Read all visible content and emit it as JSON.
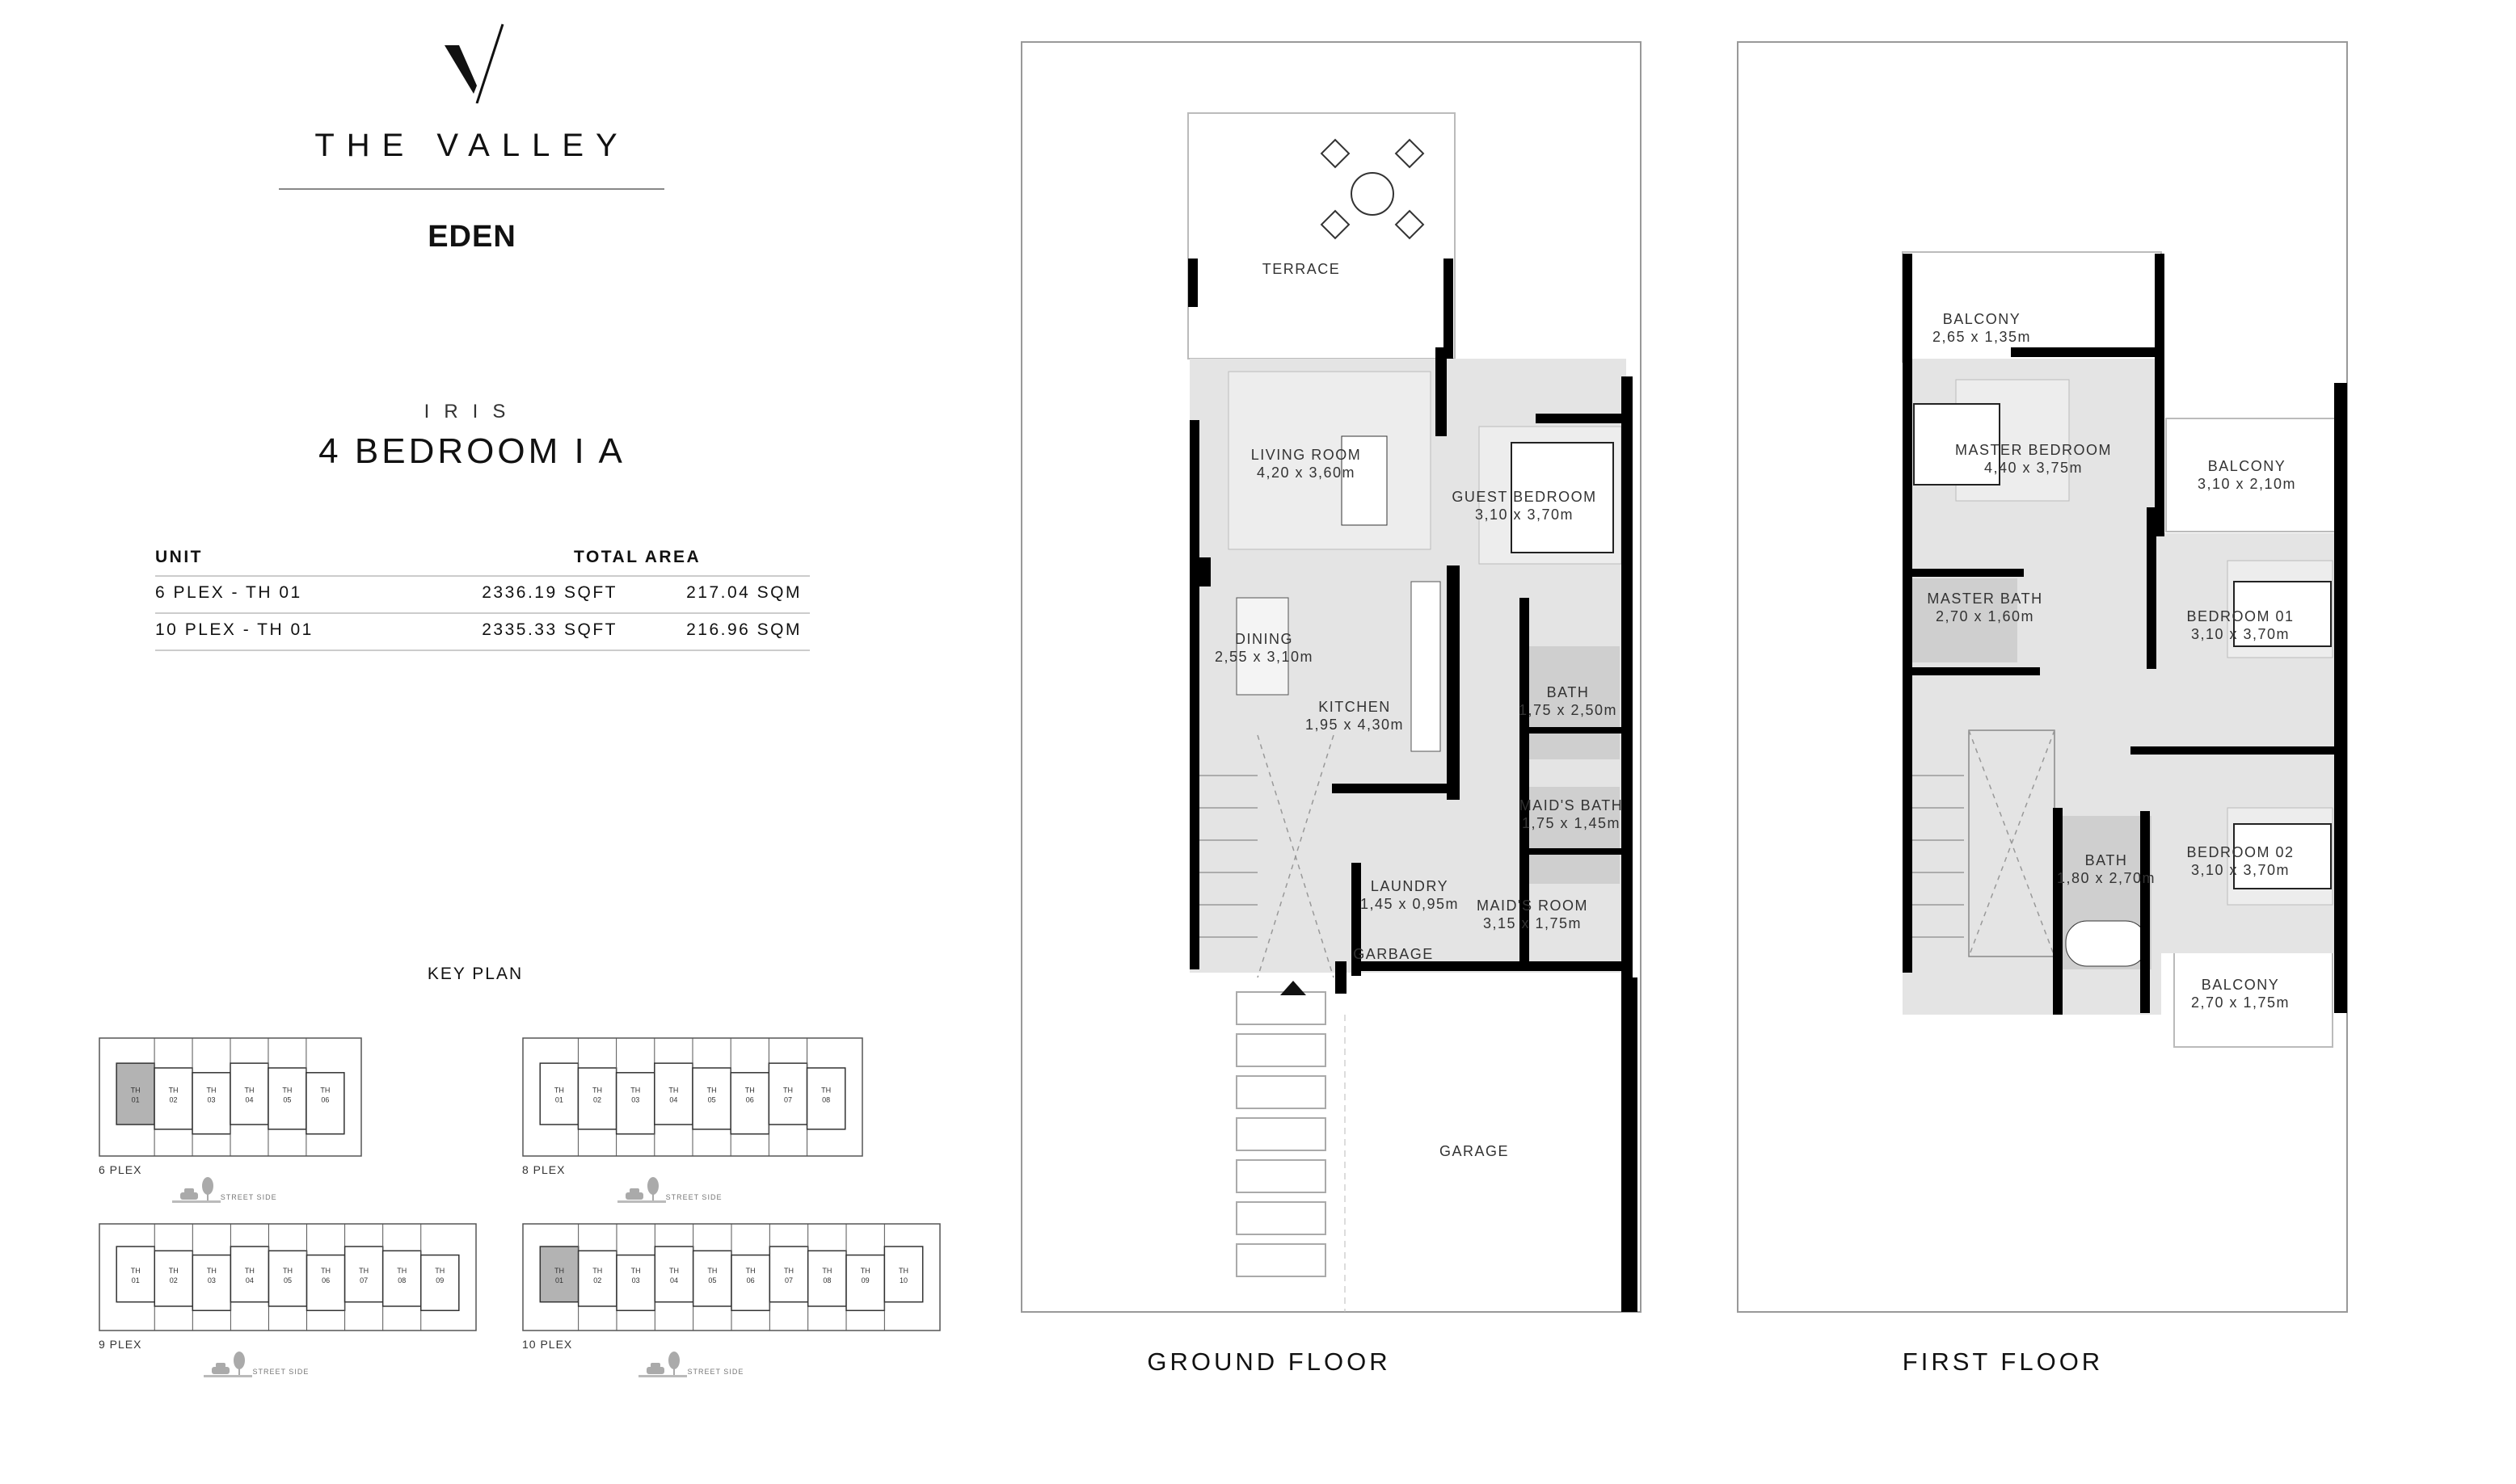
{
  "header": {
    "brand": "THE VALLEY",
    "project": "EDEN",
    "series": "IRIS",
    "unit_type": "4 BEDROOM I A"
  },
  "area_table": {
    "headers": {
      "unit": "UNIT",
      "total_area": "TOTAL AREA"
    },
    "rows": [
      {
        "unit": "6 PLEX - TH 01",
        "sqft": "2336.19 SQFT",
        "sqm": "217.04 SQM"
      },
      {
        "unit": "10 PLEX - TH 01",
        "sqft": "2335.33 SQFT",
        "sqm": "216.96 SQM"
      }
    ]
  },
  "key_plan": {
    "title": "KEY PLAN",
    "street_label": "STREET SIDE",
    "highlight_color": "#b3b3b3",
    "plans": [
      {
        "label": "6 PLEX",
        "units": [
          "01",
          "02",
          "03",
          "04",
          "05",
          "06"
        ],
        "highlighted": "01"
      },
      {
        "label": "8 PLEX",
        "units": [
          "01",
          "02",
          "03",
          "04",
          "05",
          "06",
          "07",
          "08"
        ],
        "highlighted": null
      },
      {
        "label": "9 PLEX",
        "units": [
          "01",
          "02",
          "03",
          "04",
          "05",
          "06",
          "07",
          "08",
          "09"
        ],
        "highlighted": null
      },
      {
        "label": "10 PLEX",
        "units": [
          "01",
          "02",
          "03",
          "04",
          "05",
          "06",
          "07",
          "08",
          "09",
          "10"
        ],
        "highlighted": "01"
      }
    ],
    "unit_prefix": "TH"
  },
  "ground_floor": {
    "title": "GROUND FLOOR",
    "rooms": [
      {
        "name": "TERRACE",
        "size": ""
      },
      {
        "name": "LIVING ROOM",
        "size": "4,20 x 3,60m"
      },
      {
        "name": "GUEST BEDROOM",
        "size": "3,10 x 3,70m"
      },
      {
        "name": "DINING",
        "size": "2,55 x 3,10m"
      },
      {
        "name": "KITCHEN",
        "size": "1,95 x 4,30m"
      },
      {
        "name": "BATH",
        "size": "1,75 x 2,50m"
      },
      {
        "name": "MAID'S BATH",
        "size": "1,75 x 1,45m"
      },
      {
        "name": "LAUNDRY",
        "size": "1,45 x 0,95m"
      },
      {
        "name": "MAID'S ROOM",
        "size": "3,15 x 1,75m"
      },
      {
        "name": "GARBAGE",
        "size": ""
      },
      {
        "name": "GARAGE",
        "size": ""
      }
    ]
  },
  "first_floor": {
    "title": "FIRST FLOOR",
    "rooms": [
      {
        "name": "BALCONY",
        "size": "2,65 x 1,35m"
      },
      {
        "name": "MASTER BEDROOM",
        "size": "4,40 x 3,75m"
      },
      {
        "name": "BALCONY",
        "size": "3,10 x 2,10m"
      },
      {
        "name": "MASTER BATH",
        "size": "2,70 x 1,60m"
      },
      {
        "name": "BEDROOM 01",
        "size": "3,10 x 3,70m"
      },
      {
        "name": "BATH",
        "size": "1,80 x 2,70m"
      },
      {
        "name": "BEDROOM 02",
        "size": "3,10 x 3,70m"
      },
      {
        "name": "BALCONY",
        "size": "2,70 x 1,75m"
      }
    ]
  },
  "colors": {
    "floor_fill": "#e4e4e4",
    "wet_fill": "#cfcfcf",
    "wall": "#000000"
  }
}
